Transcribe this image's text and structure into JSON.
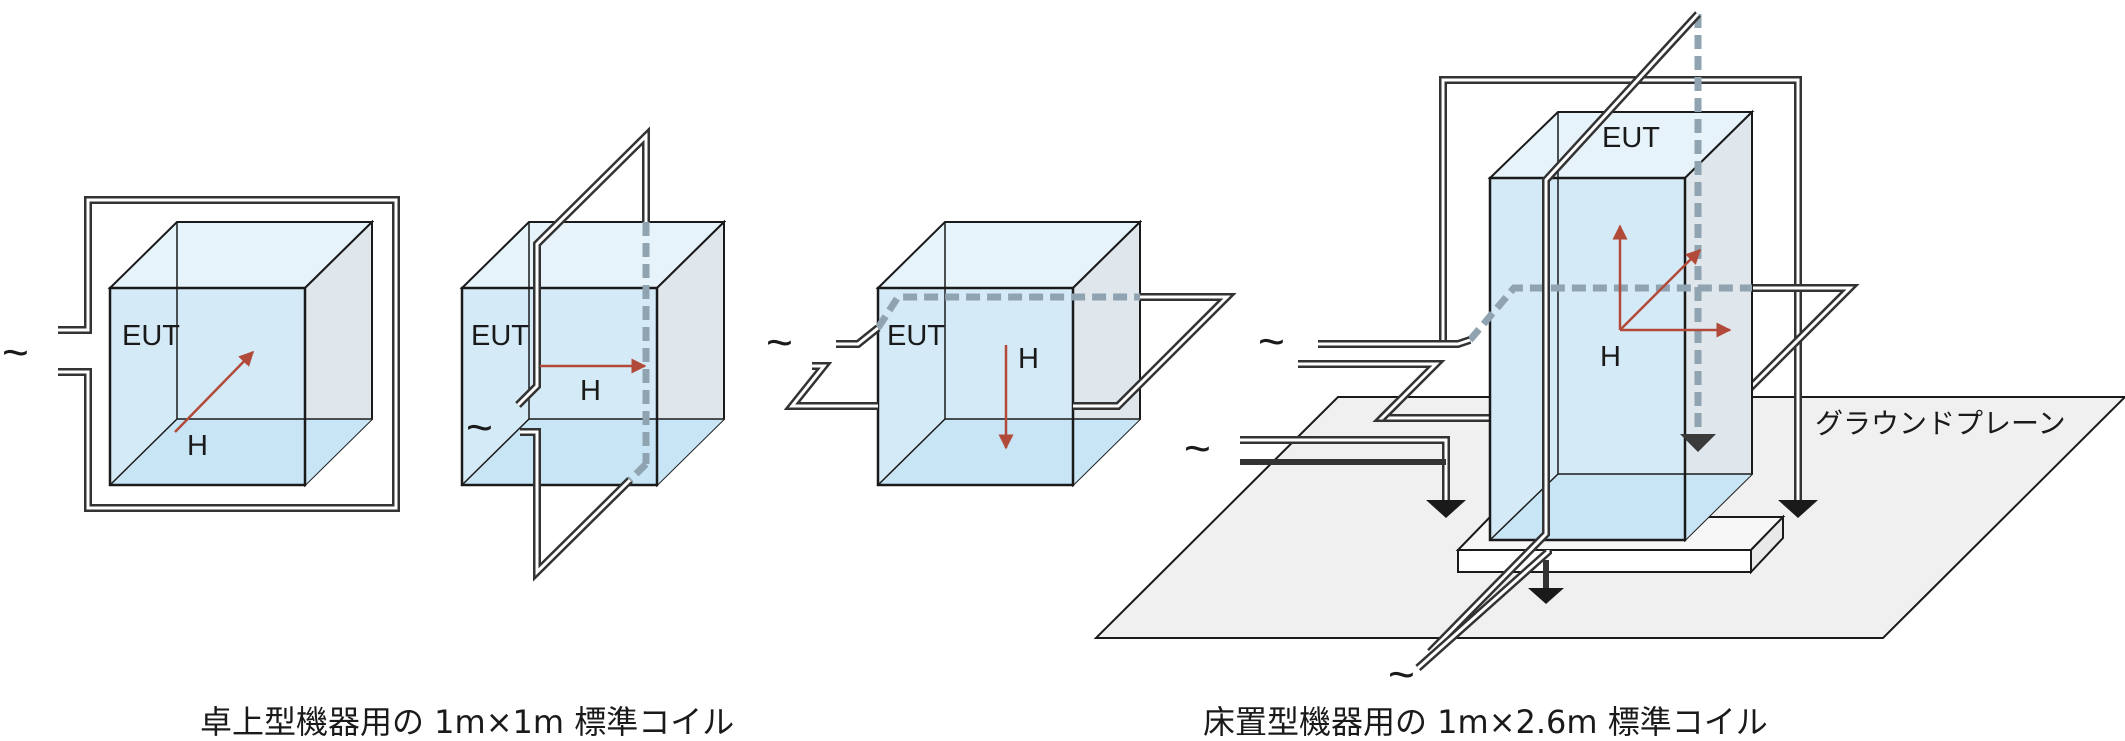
{
  "labels": {
    "eut": "EUT",
    "h": "H",
    "ac_source": "~",
    "ground_plane": "グラウンドプレーン"
  },
  "captions": {
    "tabletop": "卓上型機器用の 1m×1m 標準コイル",
    "floor": "床置型機器用の 1m×2.6m 標準コイル"
  },
  "colors": {
    "box_face": "#dcedf7",
    "box_side": "#dfe6ec",
    "box_top": "#e6f3fb",
    "box_bottom": "#c8e5f6",
    "coil": "#555555",
    "arrow": "#b24a3a",
    "ground": "#f0f0f0"
  }
}
